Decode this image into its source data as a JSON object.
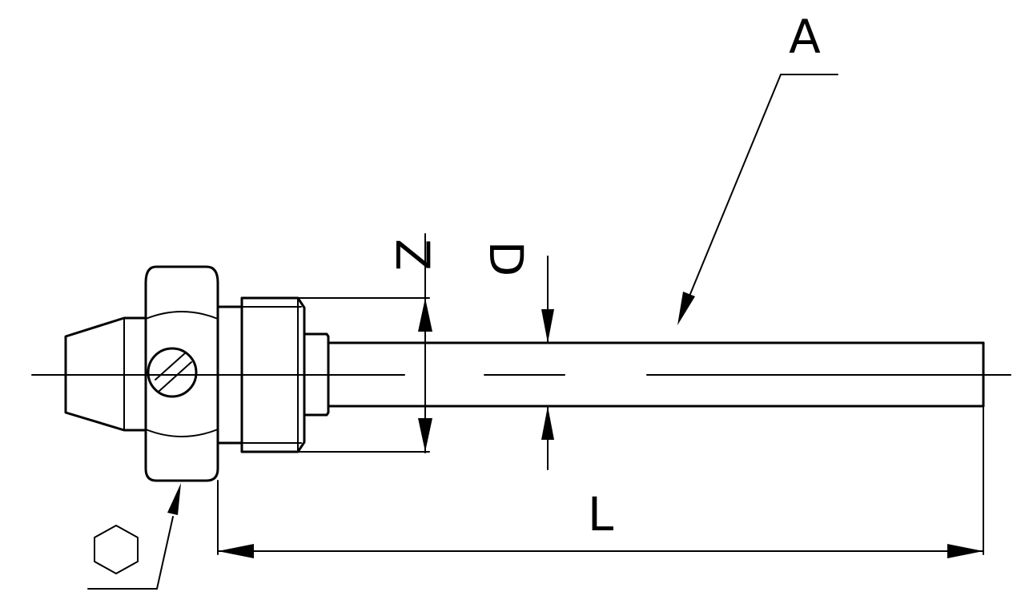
{
  "labels": {
    "pointer_a": "A",
    "thread": "Z",
    "diameter": "D",
    "length": "L"
  },
  "icons": {
    "wrench_size_symbol": "hexagon-icon",
    "slot_screw": "slotted-screw-icon"
  },
  "colors": {
    "line": "#000000",
    "background": "#ffffff"
  }
}
